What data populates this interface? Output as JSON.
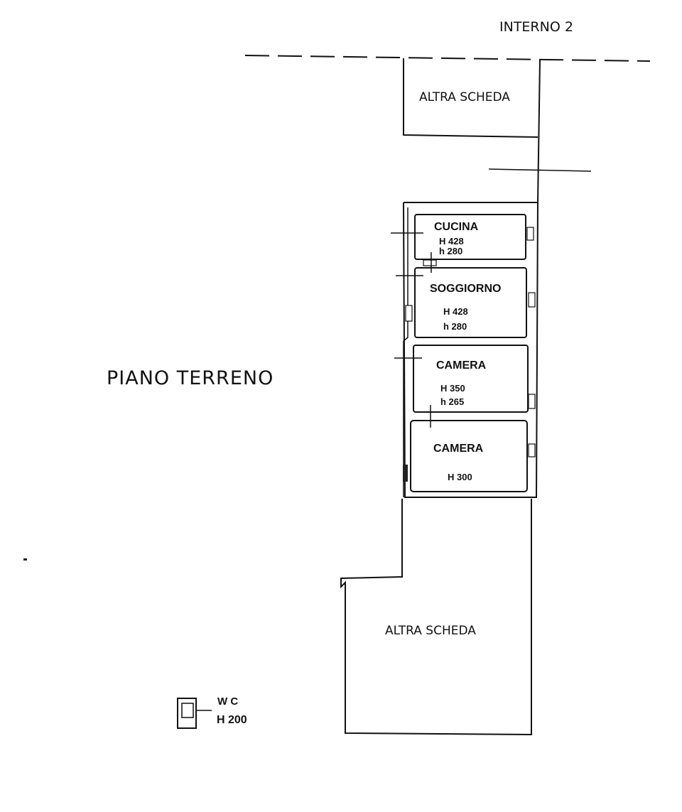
{
  "header": {
    "unit_label": "INTERNO 2"
  },
  "floor": {
    "title": "PIANO TERRENO"
  },
  "adjacent": {
    "top": "ALTRA SCHEDA",
    "bottom": "ALTRA SCHEDA"
  },
  "rooms": {
    "cucina": {
      "name": "CUCINA",
      "h_max": "H 428",
      "h_min": "h 280"
    },
    "soggiorno": {
      "name": "SOGGIORNO",
      "h_max": "H 428",
      "h_min": "h 280"
    },
    "camera1": {
      "name": "CAMERA",
      "h_max": "H 350",
      "h_min": "h 265"
    },
    "camera2": {
      "name": "CAMERA",
      "h_max": "H 300"
    }
  },
  "wc": {
    "name": "W C",
    "height": "H 200"
  }
}
